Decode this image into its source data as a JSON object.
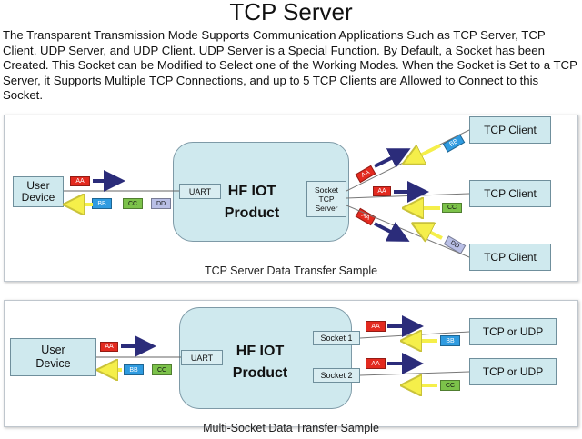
{
  "title": "TCP Server",
  "intro": "The Transparent Transmission Mode Supports Communication Applications Such as TCP Server, TCP Client, UDP Server, and UDP Client. UDP Server is a Special Function. By Default, a Socket has been Created. This Socket can be Modified to Select one of the Working Modes. When the Socket is Set to a TCP Server, it Supports Multiple TCP Connections, and up to 5 TCP Clients are Allowed to Connect to this Socket.",
  "diagram1": {
    "user_device": "User\nDevice",
    "uart": "UART",
    "product_line1": "HF IOT",
    "product_line2": "Product",
    "socket": "Socket\nTCP\nServer",
    "clients": [
      "TCP Client",
      "TCP Client",
      "TCP Client"
    ],
    "packets": {
      "aa": "AA",
      "bb": "BB",
      "cc": "CC",
      "dd": "DD"
    },
    "caption": "TCP Server Data Transfer Sample"
  },
  "diagram2": {
    "user_device": "User\nDevice",
    "uart": "UART",
    "product_line1": "HF IOT",
    "product_line2": "Product",
    "socket1": "Socket 1",
    "socket2": "Socket 2",
    "endpoints": [
      "TCP or UDP",
      "TCP or UDP"
    ],
    "packets": {
      "aa": "AA",
      "bb": "BB",
      "cc": "CC"
    },
    "caption": "Multi-Socket Data Transfer Sample"
  },
  "colors": {
    "box_fill": "#cfe9ee",
    "packet_red": "#e32a1f",
    "packet_blue": "#2f9be0",
    "packet_green": "#7cc24a",
    "packet_lilac": "#b9bfe6",
    "arrow_navy": "#2b2c7a",
    "arrow_yellow": "#f5ef4a"
  }
}
